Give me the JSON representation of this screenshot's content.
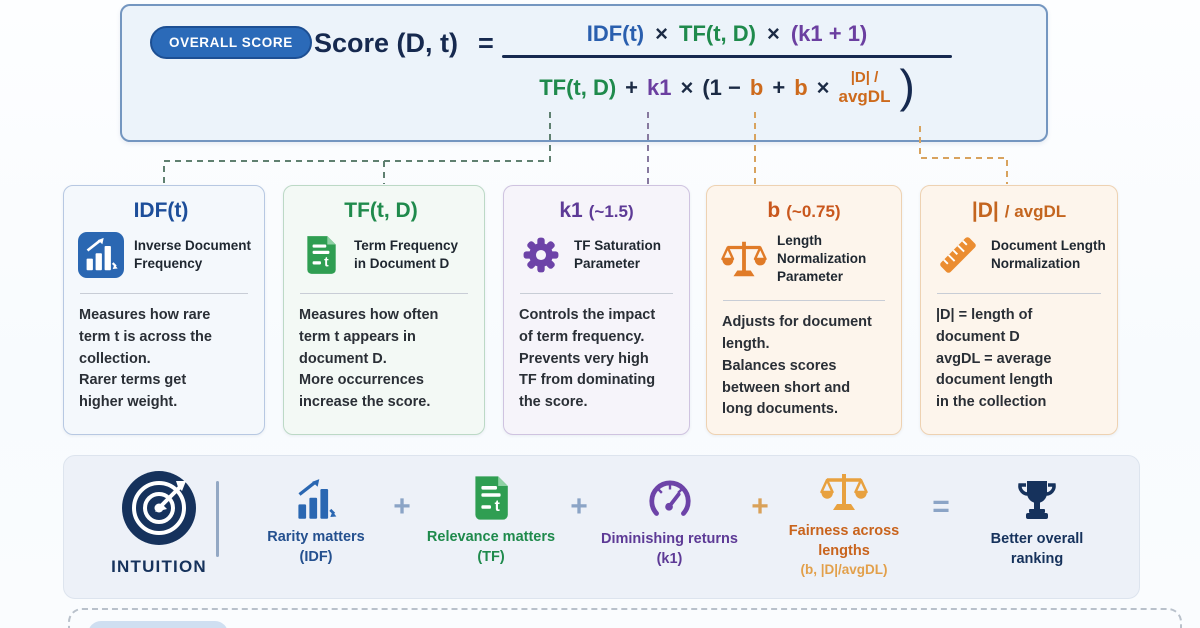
{
  "colors": {
    "accent_blue": "#2a67b2",
    "navy": "#16294f",
    "green": "#1f8a4c",
    "purple": "#6d43a8",
    "orange": "#cd6a1c",
    "card_warm_bg": "#fdf5ec",
    "formula_bg": "#ecf3fa",
    "intuition_bg": "#edf1f8"
  },
  "formula": {
    "badge": "OVERALL SCORE",
    "lhs": "Score (D, t)",
    "equals": "=",
    "numerator": {
      "idf": "IDF(t)",
      "times1": "×",
      "tf": "TF(t, D)",
      "times2": "×",
      "k1_term": "(k1 + 1)"
    },
    "denominator": {
      "tf": "TF(t, D)",
      "plus1": "+",
      "k1": "k1",
      "times1": "×",
      "open": "(1 −",
      "b1": "b",
      "plus2": "+",
      "b2": "b",
      "times2": "×",
      "frac_top": "|D| /",
      "frac_bottom": "avgDL",
      "close": ")"
    }
  },
  "cards": [
    {
      "title_main": "IDF(t)",
      "title_sub": "",
      "icon": "bar-chart-icon",
      "label": "Inverse Document\nFrequency",
      "body": "Measures how rare\nterm t is across the\ncollection.\nRarer terms get\nhigher weight."
    },
    {
      "title_main": "TF(t, D)",
      "title_sub": "",
      "icon": "document-icon",
      "label": "Term Frequency\nin Document D",
      "body": "Measures how often\nterm t appears in\ndocument D.\nMore occurrences\nincrease the score."
    },
    {
      "title_main": "k1",
      "title_sub": "(~1.5)",
      "icon": "gear-icon",
      "label": "TF Saturation\nParameter",
      "body": "Controls the impact\nof term frequency.\nPrevents very high\nTF from dominating\nthe score."
    },
    {
      "title_main": "b",
      "title_sub": "(~0.75)",
      "icon": "scales-icon",
      "label": "Length\nNormalization\nParameter",
      "body": "Adjusts for document\nlength.\nBalances scores\nbetween short and\nlong documents."
    },
    {
      "title_main": "|D|",
      "title_sub": "/ avgDL",
      "icon": "ruler-icon",
      "label": "Document Length\nNormalization",
      "body": "|D| = length of\ndocument D\navgDL = average\ndocument length\nin the collection"
    }
  ],
  "intuition": {
    "label": "INTUITION",
    "items": [
      {
        "icon": "bar-chart-icon",
        "line1": "Rarity matters",
        "line2": "(IDF)",
        "line3": ""
      },
      {
        "icon": "document-icon",
        "line1": "Relevance matters",
        "line2": "(TF)",
        "line3": ""
      },
      {
        "icon": "gauge-icon",
        "line1": "Diminishing returns",
        "line2": "(k1)",
        "line3": ""
      },
      {
        "icon": "scales-icon",
        "line1": "Fairness across",
        "line2": "lengths",
        "line3": "(b, |D|/avgDL)"
      },
      {
        "icon": "trophy-icon",
        "line1": "Better overall",
        "line2": "ranking",
        "line3": ""
      }
    ],
    "op_plus1": "+",
    "op_plus2": "+",
    "op_plus3": "+",
    "op_equals": "="
  }
}
